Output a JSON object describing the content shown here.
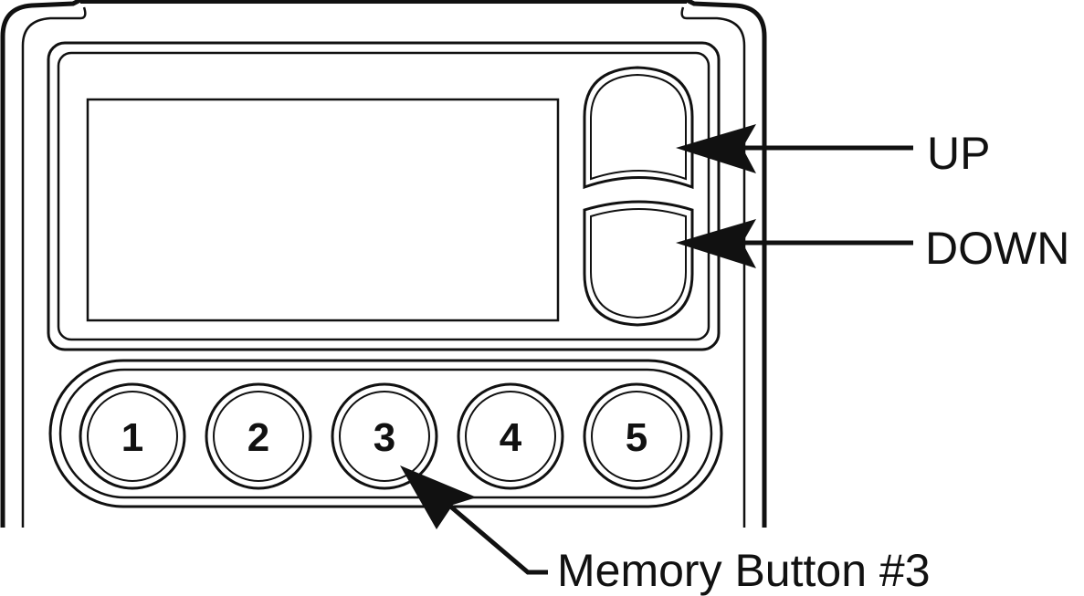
{
  "memory_buttons": [
    {
      "label": "1"
    },
    {
      "label": "2"
    },
    {
      "label": "3"
    },
    {
      "label": "4"
    },
    {
      "label": "5"
    }
  ],
  "callouts": {
    "up": "UP",
    "down": "DOWN",
    "memory_button": "Memory Button #3"
  },
  "colors": {
    "stroke": "#111111",
    "background": "#ffffff"
  }
}
